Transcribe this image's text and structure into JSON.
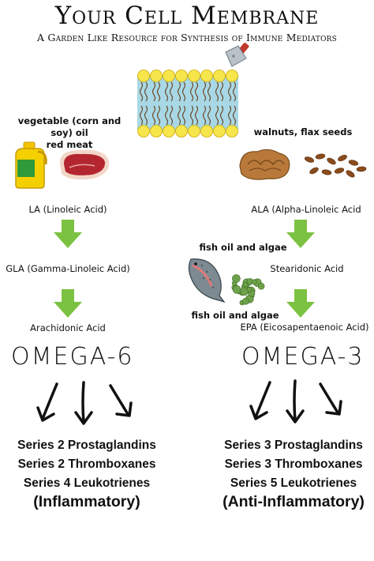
{
  "header": {
    "title": "Your Cell Membrane",
    "subtitle": "A Garden Like Resource for Synthesis of Immune Mediators"
  },
  "omega6": {
    "source_line1": "vegetable (corn and soy) oil",
    "source_line2": "red meat",
    "step1": "LA (Linoleic Acid)",
    "step2": "GLA (Gamma-Linoleic Acid)",
    "step3": "Arachidonic Acid",
    "label": "OMEGA-6",
    "series": [
      "Series 2 Prostaglandins",
      "Series 2 Thromboxanes",
      "Series 4 Leukotrienes"
    ],
    "effect": "(Inflammatory)"
  },
  "omega3": {
    "source": "walnuts, flax seeds",
    "step1": "ALA (Alpha-Linoleic Acid",
    "side_source_top": "fish oil and algae",
    "step2": "Stearidonic Acid",
    "side_source_bottom": "fish oil and algae",
    "step3": "EPA (Eicosapentaenoic Acid)",
    "label": "OMEGA-3",
    "series": [
      "Series 3 Prostaglandins",
      "Series 3 Thromboxanes",
      "Series 5 Leukotrienes"
    ],
    "effect": "(Anti-Inflammatory)"
  },
  "colors": {
    "arrow_green": "#7cc242",
    "membrane_fill": "#a8d8e6",
    "head_yellow": "#f7e64b"
  },
  "icons": {
    "membrane": "cell-membrane-bilayer-icon",
    "cleaver": "meat-cleaver-icon",
    "oil": "oil-bottle-icon",
    "meat": "steak-icon",
    "walnut": "walnut-icon",
    "flax": "flax-seeds-icon",
    "fish": "salmon-icon",
    "algae": "algae-icon"
  }
}
